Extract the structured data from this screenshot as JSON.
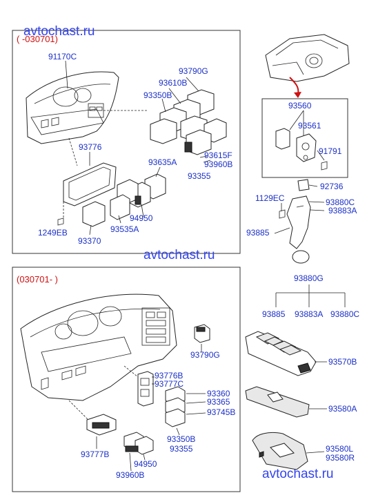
{
  "watermarks": [
    "avtochast.ru",
    "avtochast.ru",
    "avtochast.ru"
  ],
  "ranges": {
    "top": "( -030701)",
    "bottom": "(030701- )"
  },
  "labels": {
    "p91170C": "91170C",
    "p93790G_top": "93790G",
    "p93610B": "93610B",
    "p93350B_top": "93350B",
    "p93776": "93776",
    "p93635A": "93635A",
    "p93615F": "93615F",
    "p93960B_top": "93960B",
    "p93355_top": "93355",
    "p94950_top": "94950",
    "p93535A": "93535A",
    "p1249EB": "1249EB",
    "p93370": "93370",
    "p93560": "93560",
    "p93561": "93561",
    "p91791": "91791",
    "p92736": "92736",
    "p1129EC": "1129EC",
    "p93880C_r": "93880C",
    "p93883A_r": "93883A",
    "p93885_r": "93885",
    "p93880G": "93880G",
    "p93885_b": "93885",
    "p93883A_b": "93883A",
    "p93880C_b": "93880C",
    "p93570B": "93570B",
    "p93580A": "93580A",
    "p93580L": "93580L",
    "p93580R": "93580R",
    "p93790G_bot": "93790G",
    "p93776B": "93776B",
    "p93777C": "93777C",
    "p93360": "93360",
    "p93365": "93365",
    "p93745B": "93745B",
    "p93350B_bot": "93350B",
    "p93355_bot": "93355",
    "p93777B": "93777B",
    "p94950_bot": "94950",
    "p93960B_bot": "93960B"
  }
}
